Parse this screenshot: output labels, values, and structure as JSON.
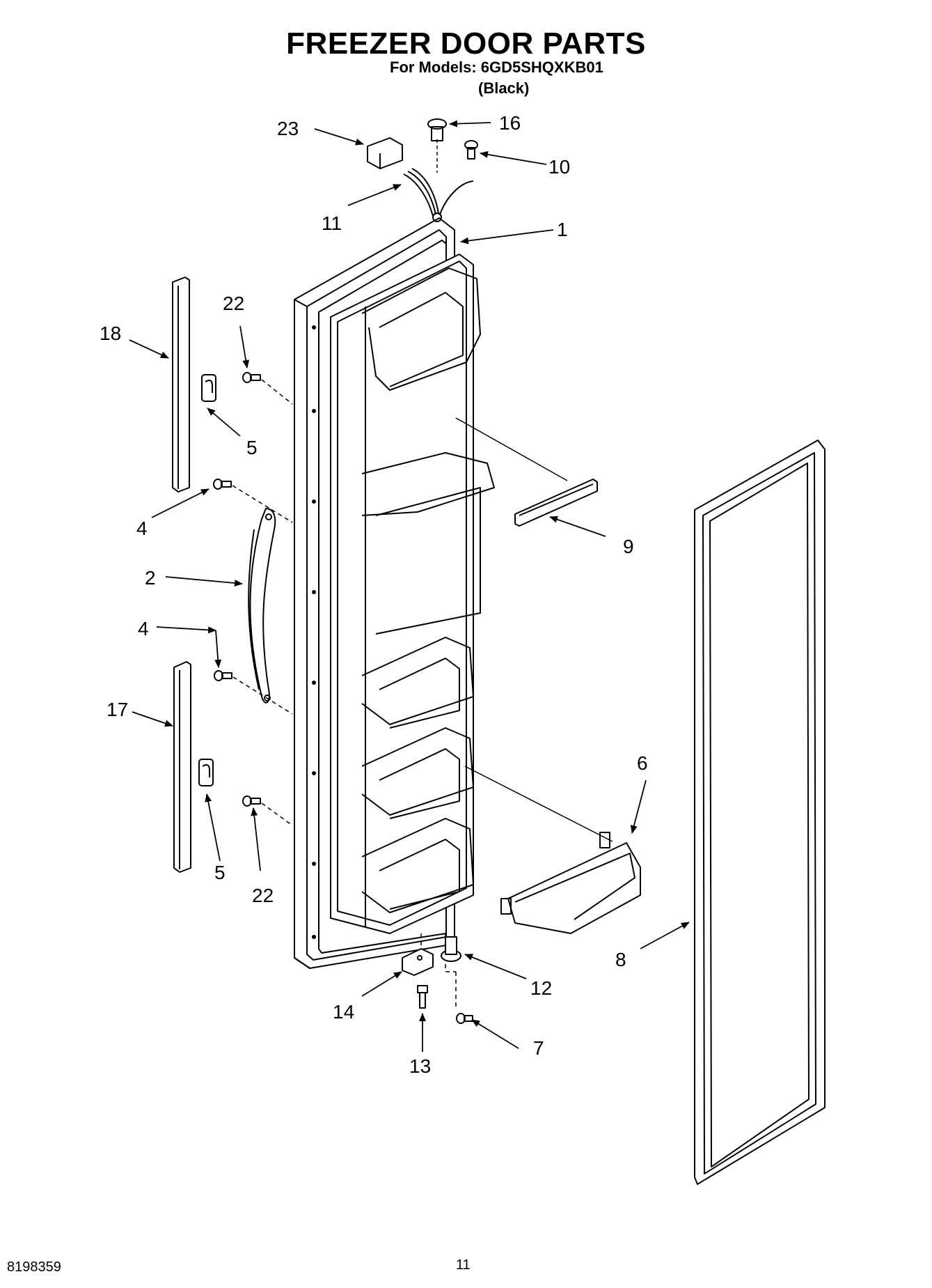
{
  "title": "FREEZER DOOR PARTS",
  "models_line": "For Models: 6GD5SHQXKB01",
  "color_line": "(Black)",
  "footer": {
    "doc_number": "8198359",
    "page_number": "11"
  },
  "callouts": [
    {
      "id": "c23",
      "label": "23"
    },
    {
      "id": "c16",
      "label": "16"
    },
    {
      "id": "c10",
      "label": "10"
    },
    {
      "id": "c11",
      "label": "11"
    },
    {
      "id": "c1",
      "label": "1"
    },
    {
      "id": "c22a",
      "label": "22"
    },
    {
      "id": "c18",
      "label": "18"
    },
    {
      "id": "c5a",
      "label": "5"
    },
    {
      "id": "c4a",
      "label": "4"
    },
    {
      "id": "c9",
      "label": "9"
    },
    {
      "id": "c2",
      "label": "2"
    },
    {
      "id": "c4b",
      "label": "4"
    },
    {
      "id": "c17",
      "label": "17"
    },
    {
      "id": "c6",
      "label": "6"
    },
    {
      "id": "c5b",
      "label": "5"
    },
    {
      "id": "c22b",
      "label": "22"
    },
    {
      "id": "c8",
      "label": "8"
    },
    {
      "id": "c12",
      "label": "12"
    },
    {
      "id": "c14",
      "label": "14"
    },
    {
      "id": "c7",
      "label": "7"
    },
    {
      "id": "c13",
      "label": "13"
    }
  ]
}
